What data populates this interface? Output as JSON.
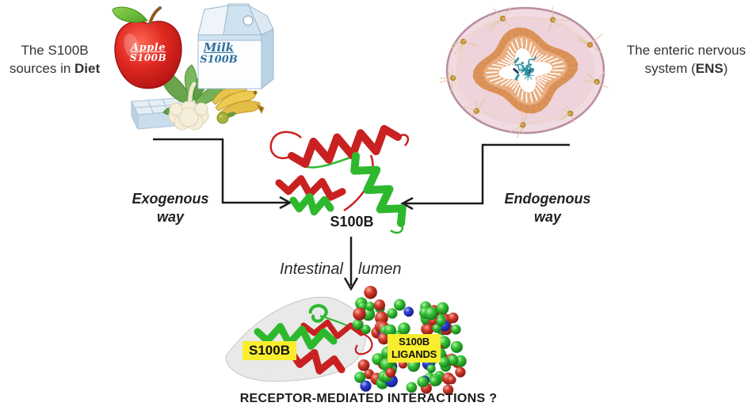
{
  "diet": {
    "caption": {
      "line1": "The S100B",
      "line2_pre": "sources in ",
      "line2_bold": "Diet"
    },
    "apple_label": {
      "line1": "Apple",
      "line2": "S100B"
    },
    "milk_label": {
      "line1": "Milk",
      "line2": "S100B"
    }
  },
  "ens": {
    "caption": {
      "line1": "The enteric nervous",
      "line2_pre": "system (",
      "line2_bold": "ENS",
      "line2_post": ")"
    }
  },
  "pathways": {
    "exogenous": {
      "line1": "Exogenous",
      "line2": "way"
    },
    "endogenous": {
      "line1": "Endogenous",
      "line2": "way"
    },
    "lumen": {
      "left": "Intestinal",
      "right": "lumen"
    }
  },
  "proteins": {
    "center_label": "S100B",
    "surface_complex_label": "S100B",
    "ligands_label": {
      "line1": "S100B",
      "line2": "LIGANDS"
    }
  },
  "footer": {
    "caption": "RECEPTOR-MEDIATED INTERACTIONS ?"
  },
  "illustrations": {
    "diet_items": [
      "apple-icon",
      "milk-carton-icon",
      "cauliflower-icon",
      "bananas-icon",
      "ice-tray-icon",
      "olive-icon"
    ],
    "ens": "gut-cross-section-icon",
    "center": "s100b-ribbon-structure",
    "bottom_left": "s100b-surface-complex",
    "bottom_right": "ligand-spheres-cluster"
  },
  "colors": {
    "highlight_yellow": "#f8ee2e",
    "ribbon_red": "#c92121",
    "ribbon_green": "#2eb82e",
    "arrow_black": "#1c1c1c",
    "milk_text_blue": "#2e6f9e",
    "apple_red": "#d92020",
    "ens_pink": "#f1dbe2",
    "ens_orange": "#dc935a",
    "bacteria_teal": "#2f93a5"
  }
}
